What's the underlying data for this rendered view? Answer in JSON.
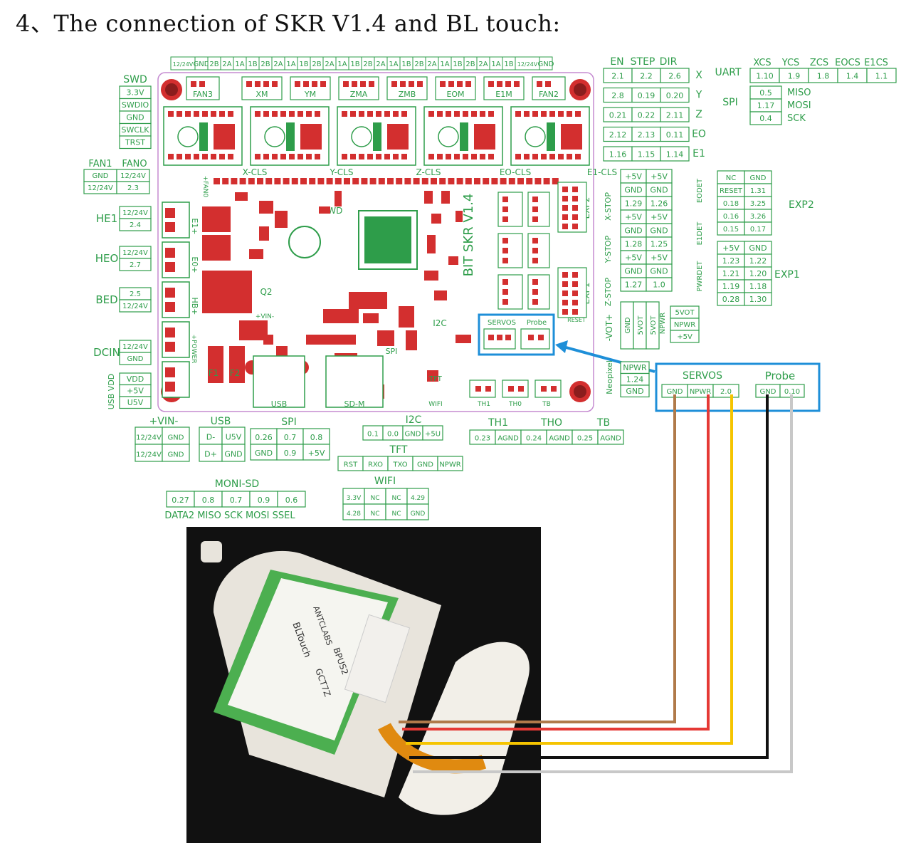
{
  "heading": "4、The connection of SKR V1.4 and BL touch:",
  "colors": {
    "green": "#2e9d4a",
    "red": "#d32f2f",
    "highlight": "#1e8fd8",
    "bg": "#ffffff",
    "photo_bg": "#111111"
  },
  "board": {
    "name": "BIT SKR V1.4",
    "top_header": [
      "12/24V",
      "GND",
      "2B",
      "2A",
      "1A",
      "1B",
      "2B",
      "2A",
      "1A",
      "1B",
      "2B",
      "2A",
      "1A",
      "1B",
      "2B",
      "2A",
      "1A",
      "1B",
      "2B",
      "2A",
      "1A",
      "1B",
      "2B",
      "2A",
      "1A",
      "1B",
      "12/24V",
      "GND"
    ],
    "fans_top": [
      "FAN3",
      "FAN2"
    ],
    "drivers": [
      "XM",
      "YM",
      "ZMA",
      "ZMB",
      "EOM",
      "E1M"
    ],
    "endstops": [
      "X-CLS",
      "Y-CLS",
      "Z-CLS",
      "EO-CLS",
      "E1-CLS"
    ],
    "side_labels": [
      "SWD",
      "EXP2",
      "EXP1",
      "Q2",
      "SD-M",
      "USB",
      "RESET",
      "WIFI",
      "TFT",
      "I2C",
      "SPI",
      "F1",
      "F2",
      "TH1",
      "TH0",
      "TB",
      "E0DET",
      "E1DET",
      "PWRDET",
      "+VIN-",
      "+VOT-",
      "+FAN0",
      "+POWER",
      "Neopixel"
    ],
    "connector_left": [
      "HE1",
      "HEO",
      "BED",
      "DCIN"
    ],
    "highlight_labels": [
      "SERVOS",
      "Probe"
    ]
  },
  "tables": {
    "swd": {
      "title": "SWD",
      "rows": [
        "3.3V",
        "SWDIO",
        "GND",
        "SWCLK",
        "TRST"
      ]
    },
    "fan": {
      "titles": [
        "FAN1",
        "FANO"
      ],
      "rows": [
        [
          "GND",
          "12/24V"
        ],
        [
          "12/24V",
          "2.3"
        ]
      ]
    },
    "he1": {
      "label": "HE1",
      "rows": [
        "12/24V",
        "2.4"
      ]
    },
    "heo": {
      "label": "HEO",
      "rows": [
        "12/24V",
        "2.7"
      ]
    },
    "bed": {
      "label": "BED",
      "rows": [
        "2.5",
        "12/24V"
      ]
    },
    "dcin": {
      "label": "DCIN",
      "rows": [
        "12/24V",
        "GND"
      ]
    },
    "usbvdd": {
      "label": "USB VDD",
      "rows": [
        "VDD",
        "+5V",
        "U5V"
      ]
    },
    "vin": {
      "title": "+VIN-",
      "rows": [
        [
          "12/24V",
          "GND"
        ],
        [
          "12/24V",
          "GND"
        ]
      ]
    },
    "usb": {
      "title": "USB",
      "rows": [
        [
          "D-",
          "U5V"
        ],
        [
          "D+",
          "GND"
        ]
      ]
    },
    "spi": {
      "title": "SPI",
      "rows": [
        [
          "0.26",
          "0.7",
          "0.8"
        ],
        [
          "GND",
          "0.9",
          "+5V"
        ]
      ]
    },
    "i2c": {
      "title": "I2C",
      "cells": [
        "0.1",
        "0.0",
        "GND",
        "+5U"
      ]
    },
    "tft": {
      "title": "TFT",
      "cells": [
        "RST",
        "RXO",
        "TXO",
        "GND",
        "NPWR"
      ]
    },
    "wifi": {
      "title": "WIFI",
      "rows": [
        [
          "3.3V",
          "NC",
          "NC",
          "4.29"
        ],
        [
          "4.28",
          "NC",
          "NC",
          "GND"
        ]
      ]
    },
    "monisd": {
      "title": "MONI-SD",
      "cells": [
        "0.27",
        "0.8",
        "0.7",
        "0.9",
        "0.6"
      ],
      "footer": "DATA2 MISO SCK MOSI SSEL"
    },
    "th": {
      "titles": [
        "TH1",
        "THO",
        "TB"
      ],
      "cells": [
        "0.23",
        "AGND",
        "0.24",
        "AGND",
        "0.25",
        "AGND"
      ]
    },
    "step": {
      "header": [
        "EN",
        "STEP",
        "DIR"
      ],
      "rows": [
        [
          "2.1",
          "2.2",
          "2.6",
          "X"
        ],
        [
          "2.8",
          "0.19",
          "0.20",
          "Y"
        ],
        [
          "0.21",
          "0.22",
          "2.11",
          "Z"
        ],
        [
          "2.12",
          "2.13",
          "0.11",
          "EO"
        ],
        [
          "1.16",
          "1.15",
          "1.14",
          "E1"
        ]
      ]
    },
    "uart": {
      "label": "UART",
      "header": [
        "XCS",
        "YCS",
        "ZCS",
        "EOCS",
        "E1CS"
      ],
      "cells": [
        "1.10",
        "1.9",
        "1.8",
        "1.4",
        "1.1"
      ]
    },
    "spi2": {
      "label": "SPI",
      "rows": [
        [
          "0.5",
          "MISO"
        ],
        [
          "1.17",
          "MOSI"
        ],
        [
          "0.4",
          "SCK"
        ]
      ]
    },
    "stops": {
      "labels": [
        "X-STOP",
        "Y-STOP",
        "Z-STOP"
      ],
      "det": [
        "EODET",
        "E1DET",
        "PWRDET"
      ],
      "rows": [
        [
          "+5V",
          "+5V"
        ],
        [
          "GND",
          "GND"
        ],
        [
          "1.29",
          "1.26"
        ],
        [
          "+5V",
          "+5V"
        ],
        [
          "GND",
          "GND"
        ],
        [
          "1.28",
          "1.25"
        ],
        [
          "+5V",
          "+5V"
        ],
        [
          "GND",
          "GND"
        ],
        [
          "1.27",
          "1.0"
        ]
      ]
    },
    "exp2": {
      "label": "EXP2",
      "rows": [
        [
          "NC",
          "GND"
        ],
        [
          "RESET",
          "1.31"
        ],
        [
          "0.18",
          "3.25"
        ],
        [
          "0.16",
          "3.26"
        ],
        [
          "0.15",
          "0.17"
        ]
      ]
    },
    "exp1": {
      "label": "EXP1",
      "rows": [
        [
          "+5V",
          "GND"
        ],
        [
          "1.23",
          "1.22"
        ],
        [
          "1.21",
          "1.20"
        ],
        [
          "1.19",
          "1.18"
        ],
        [
          "0.28",
          "1.30"
        ]
      ]
    },
    "vot": {
      "label": "-VOT+",
      "rows": [
        "GND",
        "5VOT",
        "5VOT"
      ]
    },
    "npwr": {
      "label": "NPWR",
      "rows": [
        "5VOT",
        "NPWR",
        "+5V"
      ]
    },
    "neopixel": {
      "label": "Neopixel",
      "rows": [
        "NPWR",
        "1.24",
        "GND"
      ]
    }
  },
  "servo_box": {
    "servos_label": "SERVOS",
    "probe_label": "Probe",
    "servo_pins": [
      "GND",
      "NPWR",
      "2.0"
    ],
    "probe_pins": [
      "GND",
      "0.10"
    ]
  },
  "wires": [
    {
      "name": "servo-gnd",
      "color": "#b07a4a"
    },
    {
      "name": "servo-npwr",
      "color": "#e53935"
    },
    {
      "name": "servo-signal",
      "color": "#f5c400"
    },
    {
      "name": "probe-gnd",
      "color": "#111111"
    },
    {
      "name": "probe-signal",
      "color": "#c8c8c8"
    }
  ],
  "sensor": {
    "label": "BLTouch",
    "brand": "ANTCLABS",
    "model": "BPUS2",
    "chip": "GCT7Z"
  }
}
